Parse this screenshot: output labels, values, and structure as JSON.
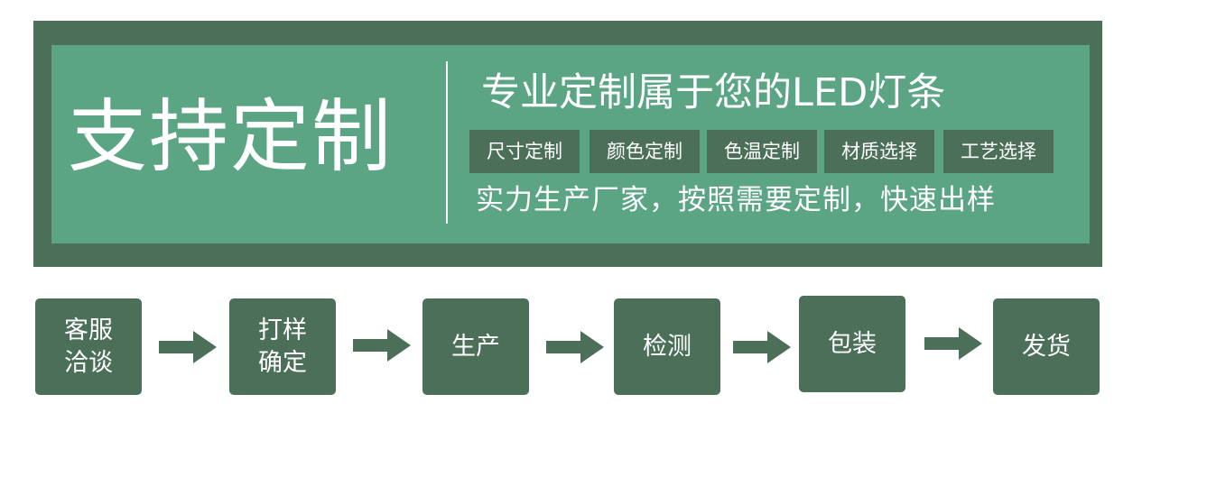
{
  "banner": {
    "title": "支持定制",
    "subtitle": "专业定制属于您的LED灯条",
    "tags": [
      "尺寸定制",
      "颜色定制",
      "色温定制",
      "材质选择",
      "工艺选择"
    ],
    "tagline": "实力生产厂家，按照需要定制，快速出样"
  },
  "process": {
    "steps": [
      "客服洽谈",
      "打样确定",
      "生产",
      "检测",
      "包装",
      "发货"
    ],
    "arrow_icon": "arrow-right-icon"
  },
  "colors": {
    "dark_green": "#4b6f59",
    "light_green": "#5ba585",
    "text": "#ffffff"
  }
}
